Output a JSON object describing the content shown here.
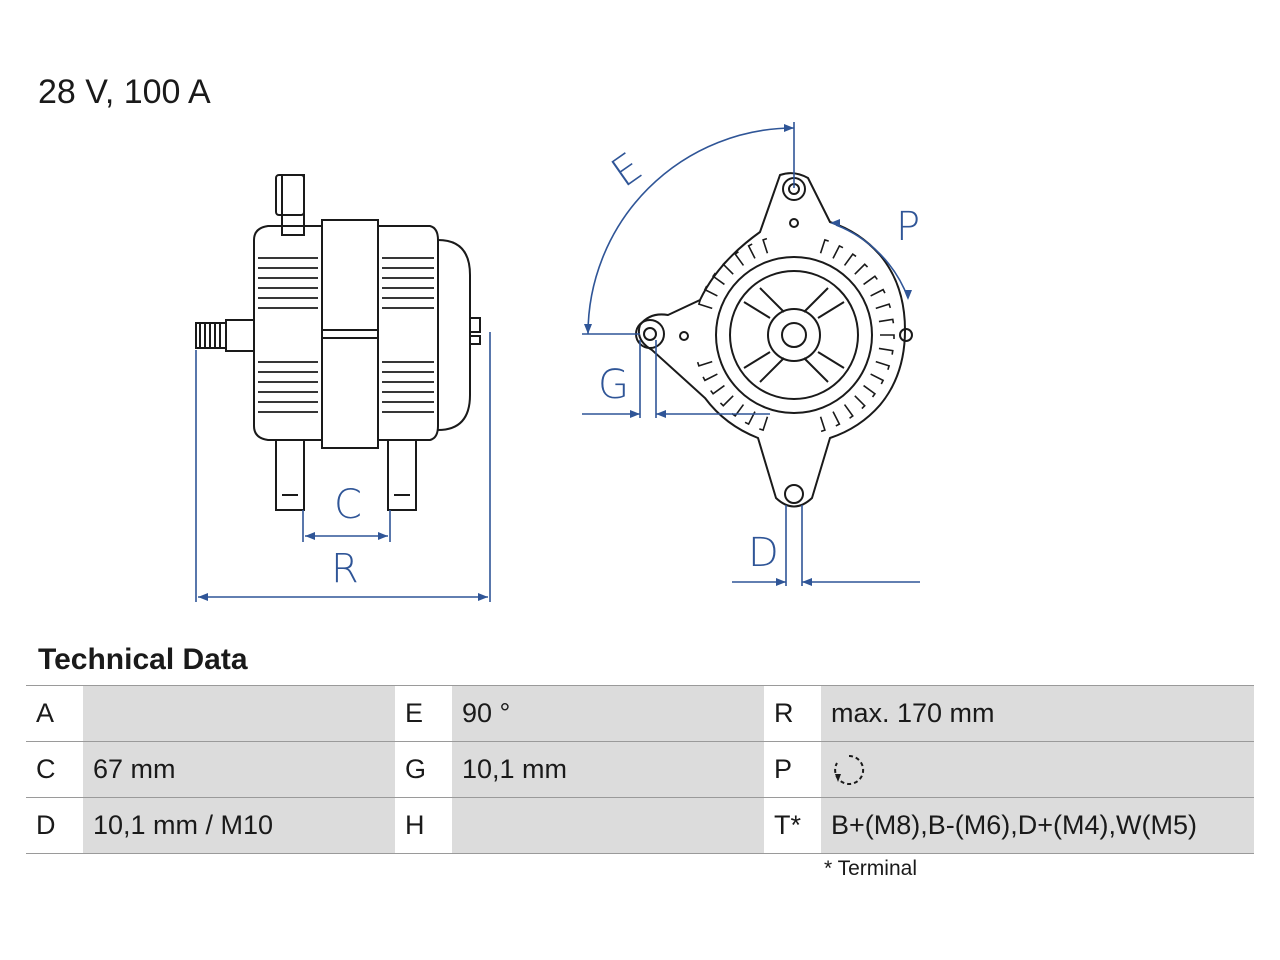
{
  "title": "28 V, 100 A",
  "section_title": "Technical Data",
  "dimension_labels": {
    "E": "E",
    "P": "P",
    "G": "G",
    "C": "C",
    "R": "R",
    "D": "D"
  },
  "specs": {
    "rows": [
      [
        {
          "key": "A",
          "value": ""
        },
        {
          "key": "E",
          "value": "90 °"
        },
        {
          "key": "R",
          "value": "max. 170 mm"
        }
      ],
      [
        {
          "key": "C",
          "value": "67 mm"
        },
        {
          "key": "G",
          "value": "10,1 mm"
        },
        {
          "key": "P",
          "value": "",
          "icon": "clockwise-rotation-icon"
        }
      ],
      [
        {
          "key": "D",
          "value": "10,1 mm / M10"
        },
        {
          "key": "H",
          "value": ""
        },
        {
          "key": "T*",
          "value": "B+(M8),B-(M6),D+(M4),W(M5)"
        }
      ]
    ]
  },
  "footnote": "* Terminal",
  "colors": {
    "dimension": "#2f5597",
    "outline": "#1a1a1a",
    "value_cell": "#dcdcdc",
    "divider": "#9a9a9a"
  }
}
